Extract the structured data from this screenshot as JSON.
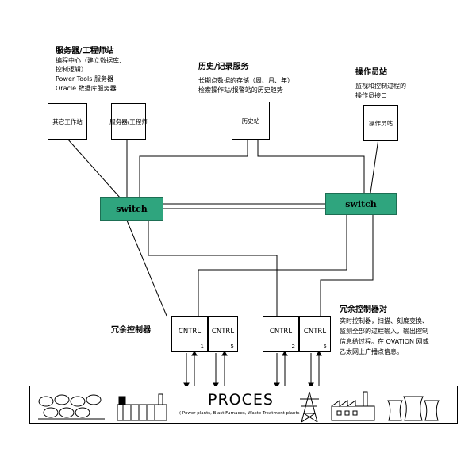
{
  "server_station": {
    "title": "服务器/工程师站",
    "lines": [
      "编程中心（建立数据库,",
      "控制逻辑）",
      "Power Tools 服务器",
      "Oracle 数据库服务器"
    ],
    "box_other": "其它工作站",
    "box_server": "服务器/工程师"
  },
  "history_station": {
    "title": "历史/记录服务",
    "lines": [
      "长期点数据的存储（周、月、年）",
      "检索操作站/报警站的历史趋势"
    ],
    "box": "历史站"
  },
  "operator_station": {
    "title": "操作员站",
    "lines": [
      "监视和控制过程的",
      "操作员接口"
    ],
    "box": "操作员站"
  },
  "switches": {
    "left": "switch",
    "right": "switch"
  },
  "redundant_left": {
    "label": "冗余控制器"
  },
  "redundant_right": {
    "title": "冗余控制器对",
    "lines": [
      "实时控制器，扫描、刻度变换、",
      "监测全部的过程输入，输出控制",
      "信息给过程。在 OVATION 网或",
      "乙太网上广播点信息。"
    ]
  },
  "controllers": [
    {
      "name": "CNTRL",
      "num": "1"
    },
    {
      "name": "CNTRL",
      "num": "5"
    },
    {
      "name": "CNTRL",
      "num": "2"
    },
    {
      "name": "CNTRL",
      "num": "5"
    }
  ],
  "process": {
    "title": "PROCES",
    "subtitle": "( Power plants, Blast Furnaces, Waste Treatment plants"
  },
  "colors": {
    "switch": "#2fa57e"
  }
}
